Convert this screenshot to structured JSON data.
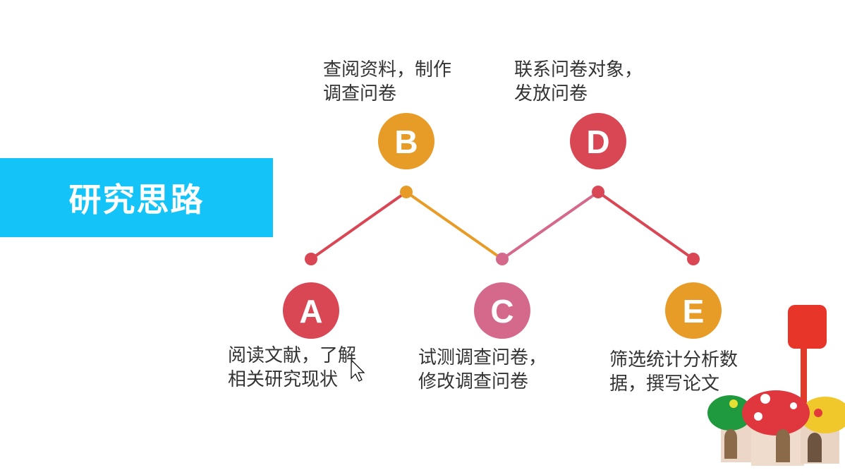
{
  "title": "研究思路",
  "colors": {
    "title_bar": "#14c4f8",
    "red": "#d94654",
    "orange": "#e89c28",
    "pink": "#d4698b"
  },
  "steps": [
    {
      "letter": "A",
      "line1": "阅读文献，了解",
      "line2": "相关研究现状",
      "color": "#d94654"
    },
    {
      "letter": "B",
      "line1": "查阅资料，制作",
      "line2": "调查问卷",
      "color": "#e89c28"
    },
    {
      "letter": "C",
      "line1": "试测调查问卷，",
      "line2": "修改调查问卷",
      "color": "#d4698b"
    },
    {
      "letter": "D",
      "line1": "联系问卷对象，",
      "line2": "发放问卷",
      "color": "#d94654"
    },
    {
      "letter": "E",
      "line1": "筛选统计分析数",
      "line2": "据，撰写论文",
      "color": "#e89c28"
    }
  ],
  "illustration": "mushroom-houses-mailbox"
}
